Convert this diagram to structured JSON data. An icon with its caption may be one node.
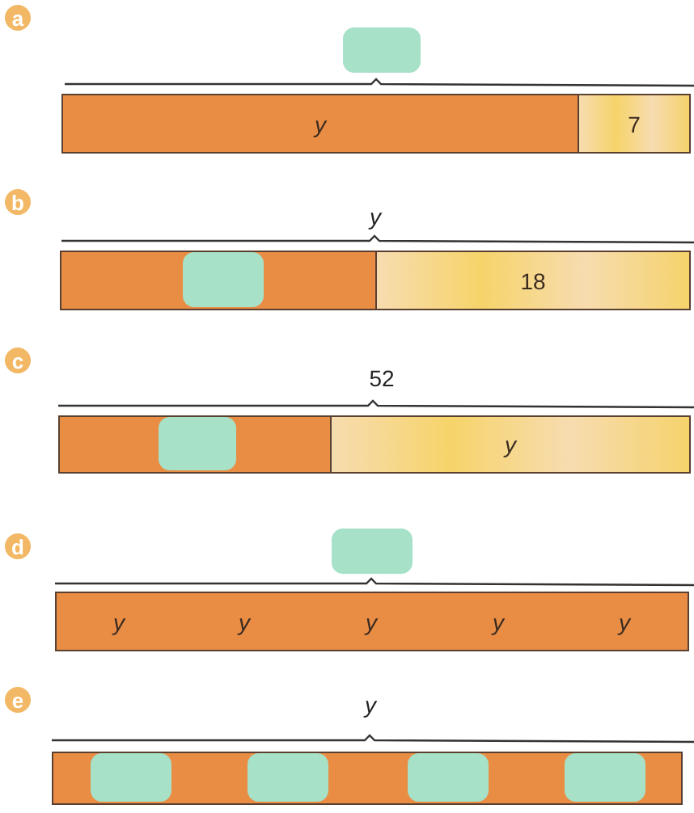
{
  "diagram": {
    "nodes": [
      {
        "text": [
          "a"
        ]
      },
      {
        "text": [],
        "shape": "box"
      },
      {
        "text": [
          "y"
        ]
      },
      {
        "text": [
          "7"
        ]
      },
      {
        "text": [
          "b"
        ]
      },
      {
        "text": [],
        "shape": "bar"
      },
      {
        "text": [],
        "shape": "box",
        "in": 5
      },
      {
        "text": [
          "18"
        ]
      },
      {
        "text": [
          "c"
        ]
      },
      {
        "text": [],
        "shape": "bar"
      },
      {
        "text": [],
        "shape": "box",
        "in": 9
      },
      {
        "text": [
          "y"
        ]
      },
      {
        "text": [
          "d"
        ]
      },
      {
        "text": [],
        "shape": "box"
      },
      {
        "text": [
          "y"
        ]
      },
      {
        "text": [
          "y"
        ]
      },
      {
        "text": [
          "y"
        ]
      },
      {
        "text": [
          "y"
        ]
      },
      {
        "text": [
          "y"
        ]
      },
      {
        "text": [
          "e"
        ]
      },
      {
        "text": [],
        "shape": "bar"
      },
      {
        "text": [],
        "shape": "box",
        "in": 20
      },
      {
        "text": [],
        "shape": "bar"
      },
      {
        "text": [],
        "shape": "box",
        "in": 22
      },
      {
        "text": [],
        "shape": "bar"
      },
      {
        "text": [],
        "shape": "box",
        "in": 24
      },
      {
        "text": [],
        "shape": "bar"
      },
      {
        "text": [],
        "shape": "box",
        "in": 26
      }
    ],
    "labels": [
      "y",
      "52",
      "y"
    ]
  }
}
